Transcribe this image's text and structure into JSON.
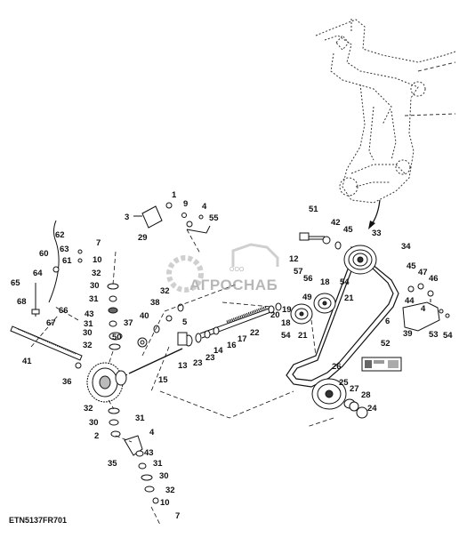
{
  "document_ref": "ETN5137FR701",
  "watermark": {
    "brand": "АГРОСНАБ",
    "prefix": "ООО"
  },
  "callouts": [
    "1",
    "2",
    "3",
    "4",
    "5",
    "6",
    "7",
    "9",
    "10",
    "12",
    "13",
    "14",
    "15",
    "16",
    "17",
    "18",
    "19",
    "20",
    "21",
    "22",
    "23",
    "24",
    "25",
    "26",
    "27",
    "28",
    "29",
    "30",
    "31",
    "32",
    "33",
    "34",
    "35",
    "36",
    "37",
    "38",
    "39",
    "40",
    "41",
    "42",
    "43",
    "44",
    "45",
    "46",
    "47",
    "49",
    "50",
    "51",
    "52",
    "53",
    "54",
    "55",
    "56",
    "57",
    "60",
    "61",
    "62",
    "63",
    "64",
    "65",
    "66",
    "67",
    "68"
  ],
  "icons": [
    "belt-routing-decal-icon",
    "pulley-icon",
    "sprocket-icon",
    "shaft-icon",
    "frame-assembly-icon"
  ]
}
